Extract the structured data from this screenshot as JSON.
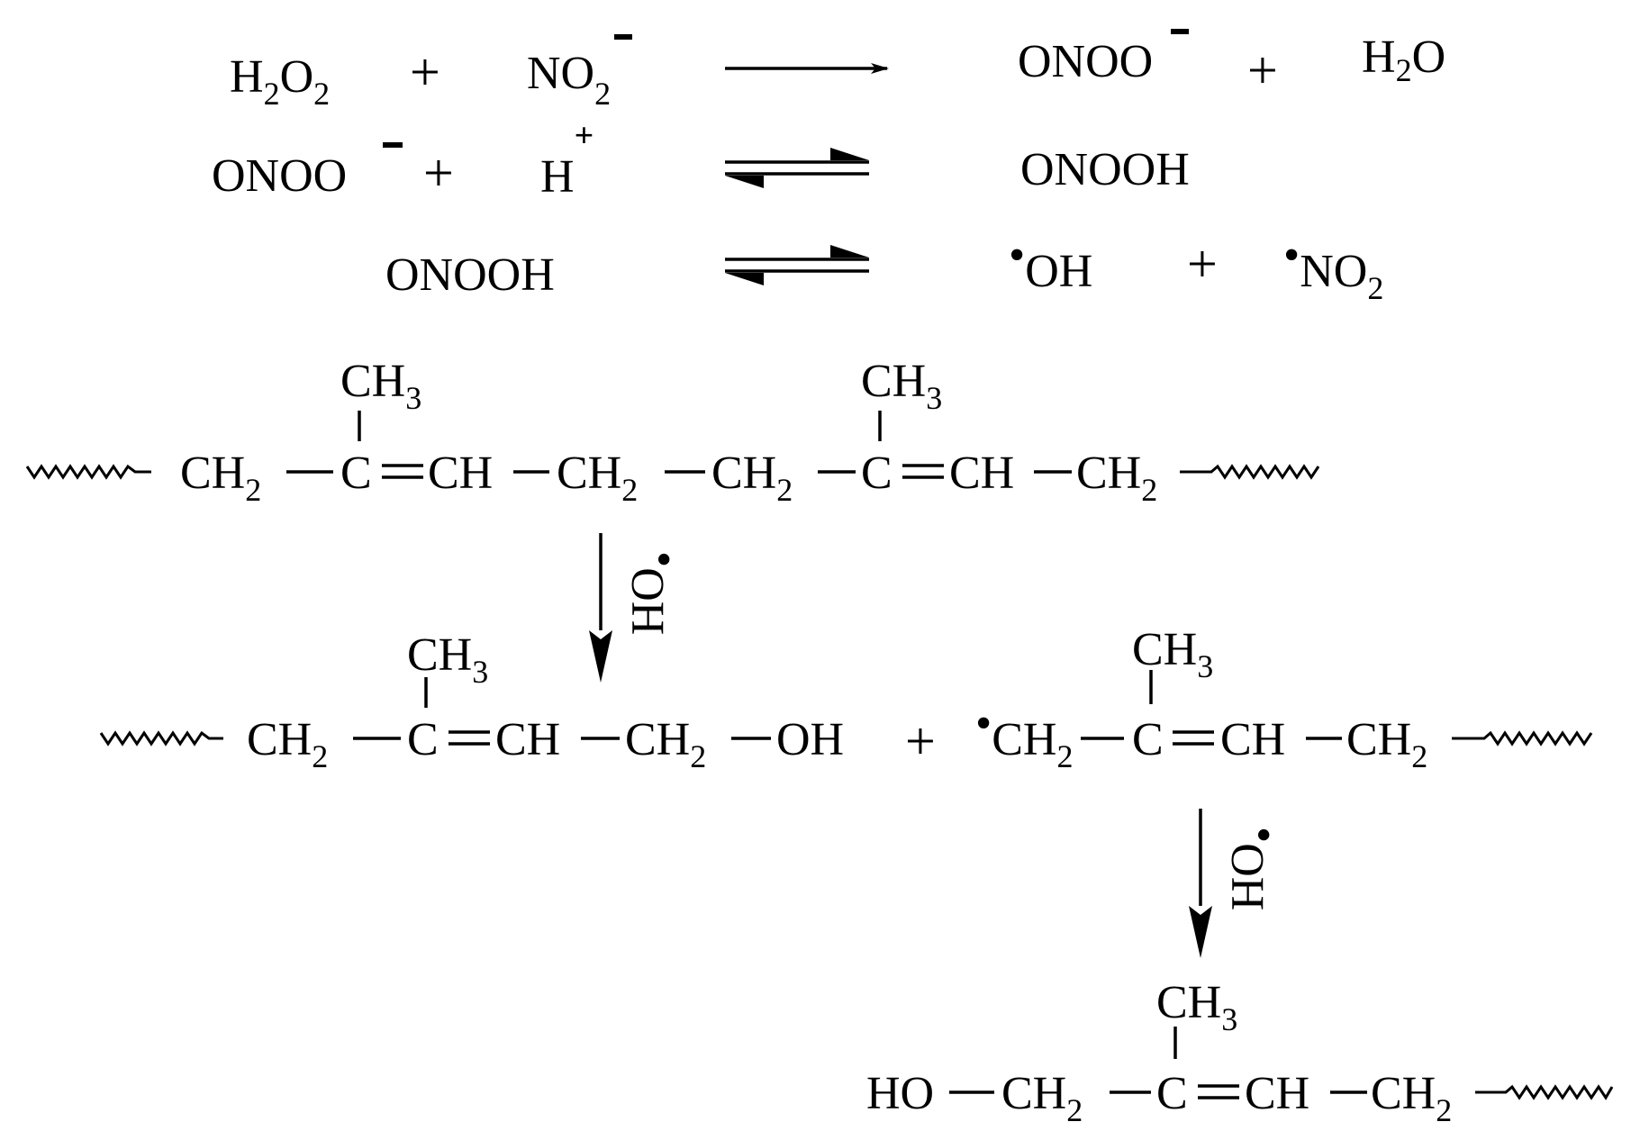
{
  "equations": [
    {
      "reactants": [
        {
          "base": "H",
          "sub": "2"
        },
        {
          "base": "O",
          "sub": "2"
        }
      ],
      "reactant2": {
        "base": "NO",
        "sub": "2",
        "sup": "-"
      },
      "arrow": "forward",
      "products": [
        {
          "base": "ONOO",
          "sup": "-"
        },
        {
          "base": "H",
          "sub": "2",
          "tail": "O"
        }
      ],
      "plus": "+"
    },
    {
      "reactant1": {
        "base": "ONOO",
        "sup": "-"
      },
      "reactant2": {
        "base": "H",
        "sup": "+"
      },
      "arrow": "equilibrium",
      "product": "ONOOH",
      "plus": "+"
    },
    {
      "reactant": "ONOOH",
      "arrow": "equilibrium",
      "product1": {
        "radical": "•",
        "base": "OH"
      },
      "product2": {
        "radical": "•",
        "base": "NO",
        "sub": "2"
      },
      "plus": "+"
    }
  ],
  "chain1": {
    "groups": [
      "CH",
      "C",
      "CH",
      "CH",
      "CH",
      "C",
      "CH",
      "CH"
    ],
    "sub2": "2",
    "methyl": {
      "base": "CH",
      "sub": "3"
    }
  },
  "arrow_reagent": {
    "radical": "•",
    "base": "OH"
  },
  "chain2": {
    "groups": [
      "CH",
      "C",
      "CH",
      "CH",
      "OH"
    ],
    "sub2": "2",
    "methyl": {
      "base": "CH",
      "sub": "3"
    },
    "plus": "+"
  },
  "chain3": {
    "radical": "•",
    "groups": [
      "CH",
      "C",
      "CH",
      "CH"
    ],
    "sub2": "2",
    "methyl": {
      "base": "CH",
      "sub": "3"
    }
  },
  "chain4": {
    "groups": [
      "HO",
      "CH",
      "C",
      "CH",
      "CH"
    ],
    "sub2": "2",
    "methyl": {
      "base": "CH",
      "sub": "3"
    }
  }
}
